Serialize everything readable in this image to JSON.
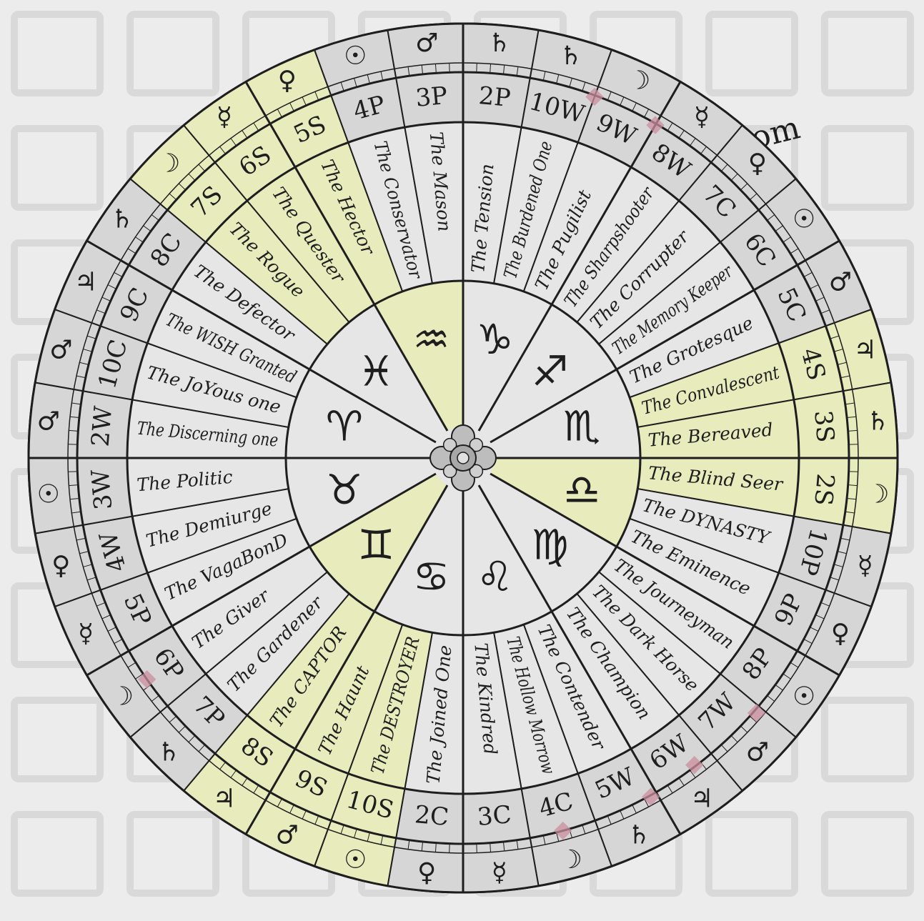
{
  "colors": {
    "background": "#ececec",
    "watermark": "#d9d9d9",
    "band_plain": "#d6d6d6",
    "band_light": "#e6e6e6",
    "highlight": "#e8ecbc",
    "ink": "#1e1e1e",
    "accent_mark": "#c98e9e"
  },
  "watermark_text": ".com",
  "center_ornament": "quatrefoil-rose",
  "signs": [
    {
      "glyph": "♑",
      "name": "capricorn-glyph"
    },
    {
      "glyph": "♐",
      "name": "sagittarius-glyph"
    },
    {
      "glyph": "♏",
      "name": "scorpio-glyph"
    },
    {
      "glyph": "♎",
      "name": "libra-glyph"
    },
    {
      "glyph": "♍",
      "name": "virgo-glyph"
    },
    {
      "glyph": "♌",
      "name": "leo-glyph"
    },
    {
      "glyph": "♋",
      "name": "cancer-glyph"
    },
    {
      "glyph": "♊",
      "name": "gemini-glyph"
    },
    {
      "glyph": "♉",
      "name": "taurus-glyph"
    },
    {
      "glyph": "♈",
      "name": "aries-glyph"
    },
    {
      "glyph": "♓",
      "name": "pisces-glyph"
    },
    {
      "glyph": "♒",
      "name": "aquarius-glyph"
    }
  ],
  "decans": [
    {
      "title": "The Tension",
      "card": "2P",
      "planet": "♄"
    },
    {
      "title": "The Burdened One",
      "card": "10W",
      "planet": "♄"
    },
    {
      "title": "The Pugilist",
      "card": "9W",
      "planet": "☽"
    },
    {
      "title": "The Sharpshooter",
      "card": "8W",
      "planet": "☿"
    },
    {
      "title": "The Corrupter",
      "card": "7C",
      "planet": "♀"
    },
    {
      "title": "The Memory Keeper",
      "card": "6C",
      "planet": "☉"
    },
    {
      "title": "The Grotesque",
      "card": "5C",
      "planet": "♂"
    },
    {
      "title": "The Convalescent",
      "card": "4S",
      "planet": "♃"
    },
    {
      "title": "The Bereaved",
      "card": "3S",
      "planet": "♄"
    },
    {
      "title": "The Blind Seer",
      "card": "2S",
      "planet": "☽"
    },
    {
      "title": "The DYNASTY",
      "card": "10P",
      "planet": "☿"
    },
    {
      "title": "The Eminence",
      "card": "9P",
      "planet": "♀"
    },
    {
      "title": "The Journeyman",
      "card": "8P",
      "planet": "☉"
    },
    {
      "title": "The Dark Horse",
      "card": "7W",
      "planet": "♂"
    },
    {
      "title": "The Champion",
      "card": "6W",
      "planet": "♃"
    },
    {
      "title": "The Contender",
      "card": "5W",
      "planet": "♄"
    },
    {
      "title": "The Hollow Morrow",
      "card": "4C",
      "planet": "☽"
    },
    {
      "title": "The Kindred",
      "card": "3C",
      "planet": "☿"
    },
    {
      "title": "The Joined One",
      "card": "2C",
      "planet": "♀"
    },
    {
      "title": "The DESTROYER",
      "card": "10S",
      "planet": "☉"
    },
    {
      "title": "The Haunt",
      "card": "9S",
      "planet": "♂"
    },
    {
      "title": "The CAPTOR",
      "card": "8S",
      "planet": "♃"
    },
    {
      "title": "The Gardener",
      "card": "7P",
      "planet": "♄"
    },
    {
      "title": "The Giver",
      "card": "6P",
      "planet": "☽"
    },
    {
      "title": "The VagaBonD",
      "card": "5P",
      "planet": "☿"
    },
    {
      "title": "The Demiurge",
      "card": "4W",
      "planet": "♀"
    },
    {
      "title": "The Politic",
      "card": "3W",
      "planet": "☉"
    },
    {
      "title": "The Discerning one",
      "card": "2W",
      "planet": "♂"
    },
    {
      "title": "The JoYous one",
      "card": "10C",
      "planet": "♂"
    },
    {
      "title": "The WISH Granted",
      "card": "9C",
      "planet": "♃"
    },
    {
      "title": "The Defector",
      "card": "8C",
      "planet": "♄"
    },
    {
      "title": "The Rogue",
      "card": "7S",
      "planet": "☽"
    },
    {
      "title": "The Quester",
      "card": "6S",
      "planet": "☿"
    },
    {
      "title": "The Hector",
      "card": "5S",
      "planet": "♀"
    },
    {
      "title": "The Conservator",
      "card": "4P",
      "planet": "☉"
    },
    {
      "title": "The Mason",
      "card": "3P",
      "planet": "♂"
    }
  ]
}
